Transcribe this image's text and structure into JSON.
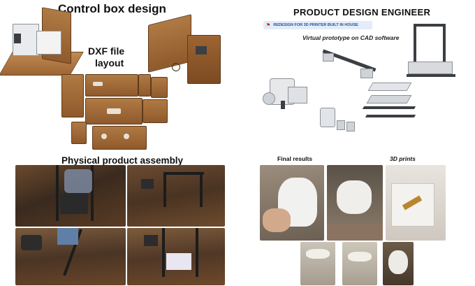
{
  "sections": {
    "control_box": {
      "title": "Control box design"
    },
    "dxf": {
      "line1": "DXF file",
      "line2": "layout"
    },
    "product_engineer": {
      "title": "PRODUCT DESIGN ENGINEER",
      "banner": "REDESIGN FOR 3D PRINTER BUILT IN HOUSE",
      "subtitle": "Virtual prototype on CAD software"
    },
    "assembly": {
      "title": "Physical product assembly"
    },
    "results": {
      "final": "Final results",
      "prints": "3D prints"
    }
  },
  "colors": {
    "wood": "#9a6232",
    "banner_bg": "#e3ecf8",
    "banner_text": "#1f4e9c"
  }
}
